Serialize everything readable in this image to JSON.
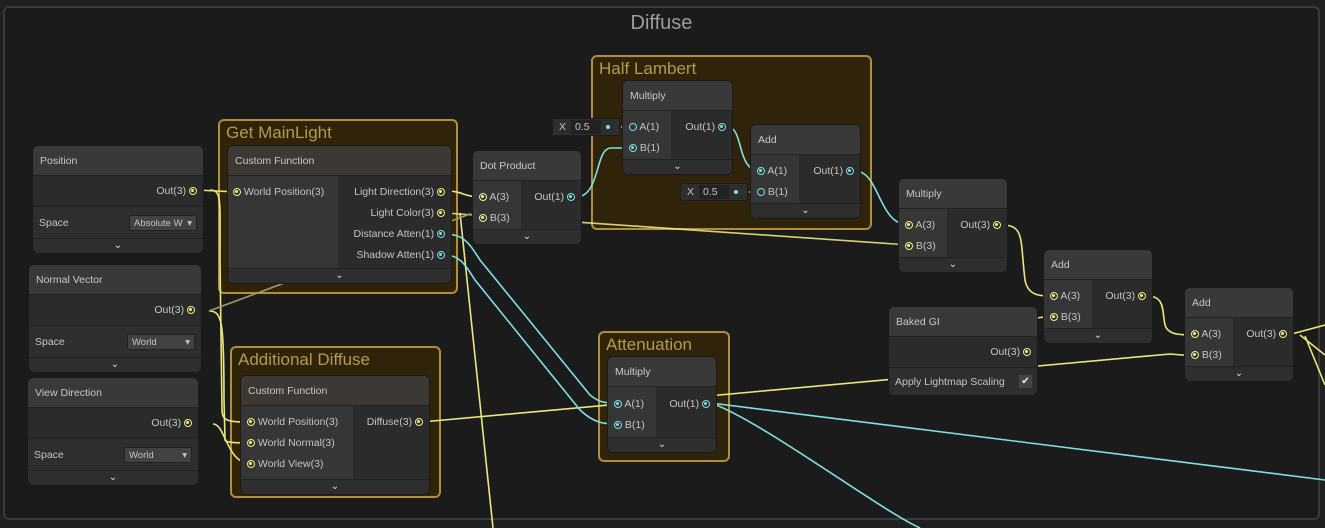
{
  "frame": {
    "title": "Diffuse"
  },
  "groups": {
    "main_light": "Get MainLight",
    "additional": "Additional Diffuse",
    "half_lambert": "Half Lambert",
    "attenuation": "Attenuation"
  },
  "position": {
    "title": "Position",
    "out": "Out(3)",
    "space_label": "Space",
    "space_value": "Absolute W"
  },
  "normal": {
    "title": "Normal Vector",
    "out": "Out(3)",
    "space_label": "Space",
    "space_value": "World"
  },
  "view": {
    "title": "View Direction",
    "out": "Out(3)",
    "space_label": "Space",
    "space_value": "World"
  },
  "cf_main": {
    "title": "Custom Function",
    "in": "World Position(3)",
    "outs": [
      "Light Direction(3)",
      "Light Color(3)",
      "Distance Atten(1)",
      "Shadow Atten(1)"
    ]
  },
  "cf_add": {
    "title": "Custom Function",
    "ins": [
      "World Position(3)",
      "World Normal(3)",
      "World View(3)"
    ],
    "out": "Diffuse(3)"
  },
  "dot": {
    "title": "Dot Product",
    "a": "A(3)",
    "b": "B(3)",
    "out": "Out(1)"
  },
  "hl_mul": {
    "title": "Multiply",
    "a": "A(1)",
    "b": "B(1)",
    "out": "Out(1)",
    "x_label": "X",
    "x_value": "0.5"
  },
  "hl_add": {
    "title": "Add",
    "a": "A(1)",
    "b": "B(1)",
    "out": "Out(1)",
    "x_label": "X",
    "x_value": "0.5"
  },
  "mul2": {
    "title": "Multiply",
    "a": "A(3)",
    "b": "B(3)",
    "out": "Out(3)"
  },
  "att_mul": {
    "title": "Multiply",
    "a": "A(1)",
    "b": "B(1)",
    "out": "Out(1)"
  },
  "baked": {
    "title": "Baked GI",
    "out": "Out(3)",
    "option": "Apply Lightmap Scaling",
    "checked": true
  },
  "add1": {
    "title": "Add",
    "a": "A(3)",
    "b": "B(3)",
    "out": "Out(3)"
  },
  "add2": {
    "title": "Add",
    "a": "A(3)",
    "b": "B(3)",
    "out": "Out(3)"
  },
  "chevron": "⌄",
  "colors": {
    "vec3": "#f0f08a",
    "vec1": "#7ee0e6",
    "group": "#b08f3c"
  }
}
